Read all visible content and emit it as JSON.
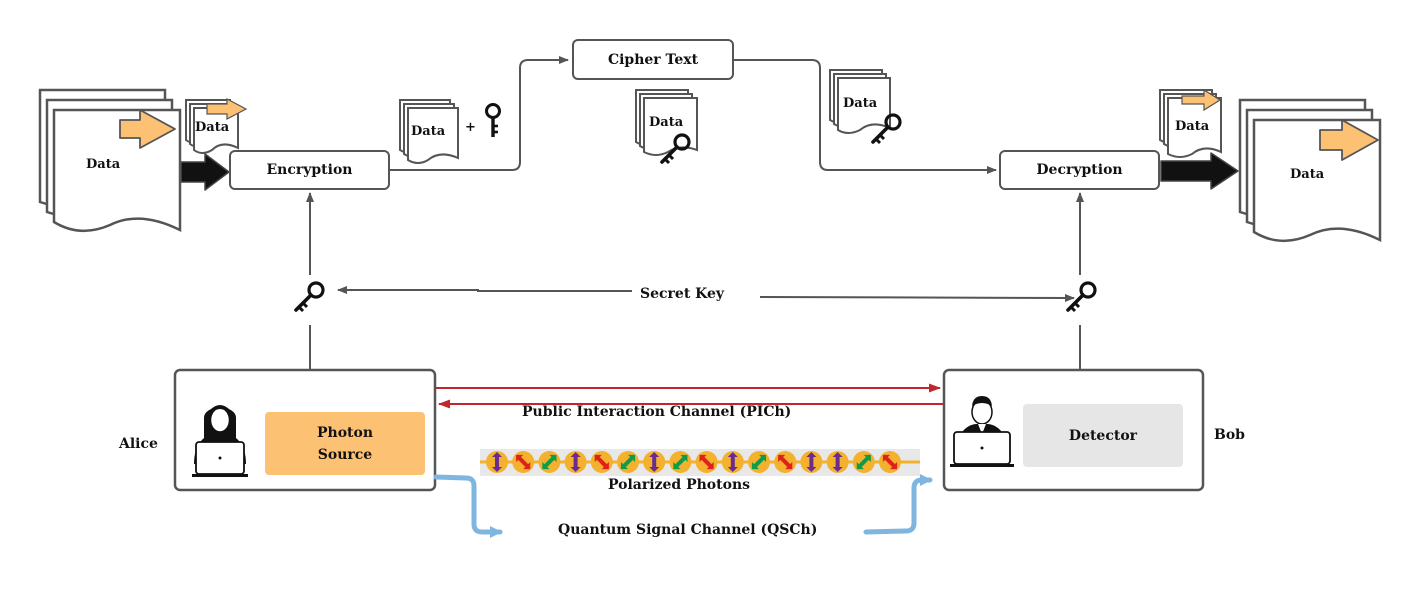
{
  "colors": {
    "line": "#555555",
    "pich_arrow": "#c0272d",
    "qsch_arrow": "#7fb6e0",
    "photon_source_fill": "#fcc172",
    "detector_fill": "#e6e6e6",
    "photon_strip": "#e8e8e8",
    "photon_circle": "#f3b12e",
    "arrow_purple": "#6a2d8f",
    "arrow_red": "#e0201d",
    "arrow_green": "#109b48",
    "doc_arrow": "#fcc172"
  },
  "diagram": {
    "encryption": "Encryption",
    "decryption": "Decryption",
    "cipher_text": "Cipher Text",
    "secret_key": "Secret Key",
    "plus": "+",
    "data_label": "Data",
    "alice": "Alice",
    "bob": "Bob",
    "photon_source": "Photon\nSource",
    "detector": "Detector",
    "pich": "Public Interaction Channel (PICh)",
    "qsch": "Quantum Signal Channel (QSCh)",
    "polarized_photons": "Polarized Photons",
    "photon_sequence": [
      "vertical",
      "diag-down",
      "diag-up",
      "vertical",
      "diag-down",
      "diag-up",
      "vertical",
      "diag-up",
      "diag-down",
      "vertical",
      "diag-up",
      "diag-down",
      "vertical",
      "vertical",
      "diag-up",
      "diag-down"
    ]
  }
}
